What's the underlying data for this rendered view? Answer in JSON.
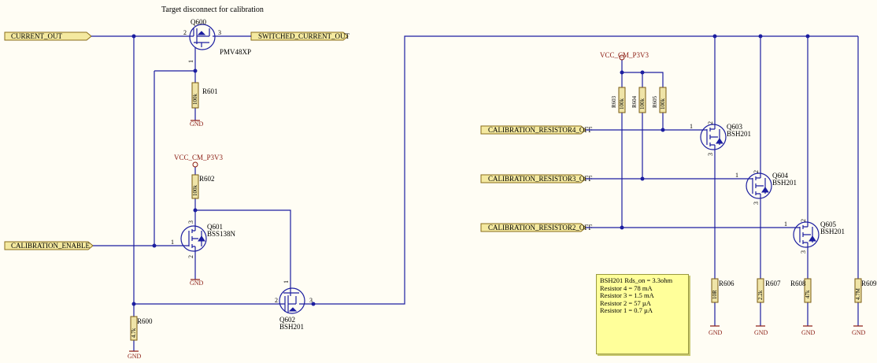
{
  "title": "Target disconnect for calibration",
  "ports": {
    "current_out": "CURRENT_OUT",
    "switched_current_out": "SWITCHED_CURRENT_OUT",
    "calibration_enable": "CALIBRATION_ENABLE",
    "cal_r4": "CALIBRATION_RESISTOR4_OFF",
    "cal_r3": "CALIBRATION_RESISTOR3_OFF",
    "cal_r2": "CALIBRATION_RESISTOR2_OFF"
  },
  "power": {
    "vcc1": "VCC_CM_P3V3",
    "vcc2": "VCC_CM_P3V3",
    "gnd": "GND"
  },
  "components": {
    "q600": {
      "ref": "Q600",
      "part": "PMV48XP"
    },
    "q601": {
      "ref": "Q601",
      "part": "BSS138N"
    },
    "q602": {
      "ref": "Q602",
      "part": "BSH201"
    },
    "q603": {
      "ref": "Q603",
      "part": "BSH201"
    },
    "q604": {
      "ref": "Q604",
      "part": "BSH201"
    },
    "q605": {
      "ref": "Q605",
      "part": "BSH201"
    },
    "r600": {
      "ref": "R600",
      "value": "4.7k"
    },
    "r601": {
      "ref": "R601",
      "value": "100k"
    },
    "r602": {
      "ref": "R602",
      "value": "100k"
    },
    "r603": {
      "ref": "R603",
      "value": "100k"
    },
    "r604": {
      "ref": "R604",
      "value": "100k"
    },
    "r605": {
      "ref": "R605",
      "value": "100k"
    },
    "r606": {
      "ref": "R606",
      "value": "10R"
    },
    "r607": {
      "ref": "R607",
      "value": "2.2k"
    },
    "r608": {
      "ref": "R608",
      "value": "47k"
    },
    "r609": {
      "ref": "R609",
      "value": "4.7M"
    }
  },
  "pins": {
    "p1": "1",
    "p2": "2",
    "p3": "3"
  },
  "note": {
    "lines": [
      "BSH201 Rds_on = 3.3ohm",
      "Resistor 4 = 78 mA",
      "Resistor 3 = 1.5 mA",
      "Resistor 2 = 57 µA",
      "Resistor 1 = 0.7 µA"
    ]
  },
  "colors": {
    "wire": "#1c1ea0",
    "power": "#8a1a10",
    "port_fill": "#f4e9a0",
    "note": "#ffff9a",
    "background": "#fffdf4"
  }
}
